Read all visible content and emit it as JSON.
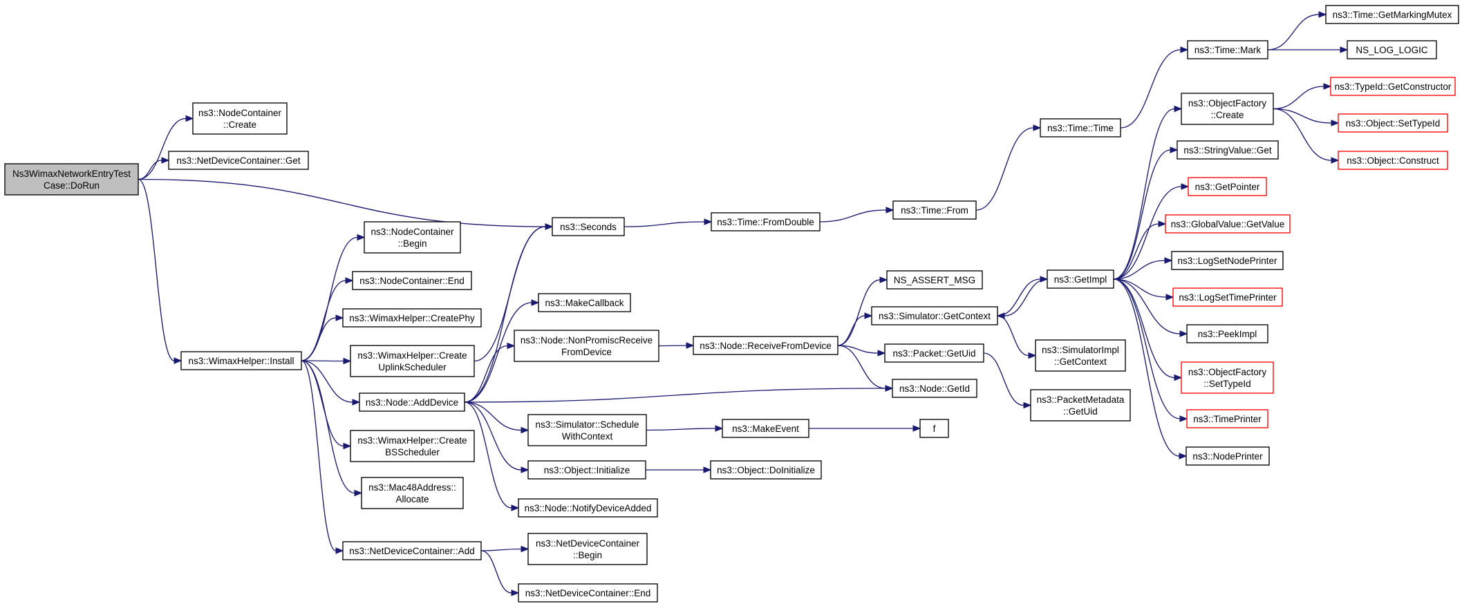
{
  "graph": {
    "colors": {
      "edge": "#191970",
      "node_border": "#000000",
      "truncated_border": "#ff0000",
      "root_fill": "#bfbfbf",
      "node_fill": "#ffffff"
    },
    "nodes": [
      {
        "id": "dorun",
        "lines": [
          "Ns3WimaxNetworkEntryTest",
          "Case::DoRun"
        ],
        "root": true
      },
      {
        "id": "nc_create",
        "lines": [
          "ns3::NodeContainer",
          "::Create"
        ]
      },
      {
        "id": "ndc_get",
        "lines": [
          "ns3::NetDeviceContainer::Get"
        ]
      },
      {
        "id": "seconds",
        "lines": [
          "ns3::Seconds"
        ]
      },
      {
        "id": "install",
        "lines": [
          "ns3::WimaxHelper::Install"
        ]
      },
      {
        "id": "nc_begin",
        "lines": [
          "ns3::NodeContainer",
          "::Begin"
        ]
      },
      {
        "id": "nc_end",
        "lines": [
          "ns3::NodeContainer::End"
        ]
      },
      {
        "id": "create_phy",
        "lines": [
          "ns3::WimaxHelper::CreatePhy"
        ]
      },
      {
        "id": "create_ul",
        "lines": [
          "ns3::WimaxHelper::Create",
          "UplinkScheduler"
        ]
      },
      {
        "id": "add_device",
        "lines": [
          "ns3::Node::AddDevice"
        ]
      },
      {
        "id": "create_bs",
        "lines": [
          "ns3::WimaxHelper::Create",
          "BSScheduler"
        ]
      },
      {
        "id": "mac48",
        "lines": [
          "ns3::Mac48Address::",
          "Allocate"
        ]
      },
      {
        "id": "ndc_add",
        "lines": [
          "ns3::NetDeviceContainer::Add"
        ]
      },
      {
        "id": "ndc_begin",
        "lines": [
          "ns3::NetDeviceContainer",
          "::Begin"
        ]
      },
      {
        "id": "ndc_end",
        "lines": [
          "ns3::NetDeviceContainer::End"
        ]
      },
      {
        "id": "make_callback",
        "lines": [
          "ns3::MakeCallback"
        ]
      },
      {
        "id": "nonpromisc",
        "lines": [
          "ns3::Node::NonPromiscReceive",
          "FromDevice"
        ]
      },
      {
        "id": "schedule_ctx",
        "lines": [
          "ns3::Simulator::Schedule",
          "WithContext"
        ]
      },
      {
        "id": "obj_init",
        "lines": [
          "ns3::Object::Initialize"
        ]
      },
      {
        "id": "notify_added",
        "lines": [
          "ns3::Node::NotifyDeviceAdded"
        ]
      },
      {
        "id": "from_double",
        "lines": [
          "ns3::Time::FromDouble"
        ]
      },
      {
        "id": "receive_from",
        "lines": [
          "ns3::Node::ReceiveFromDevice"
        ]
      },
      {
        "id": "make_event",
        "lines": [
          "ns3::MakeEvent"
        ]
      },
      {
        "id": "obj_doinit",
        "lines": [
          "ns3::Object::DoInitialize"
        ]
      },
      {
        "id": "time_from",
        "lines": [
          "ns3::Time::From"
        ]
      },
      {
        "id": "assert_msg",
        "lines": [
          "NS_ASSERT_MSG"
        ]
      },
      {
        "id": "sim_getctx",
        "lines": [
          "ns3::Simulator::GetContext"
        ]
      },
      {
        "id": "pkt_getuid",
        "lines": [
          "ns3::Packet::GetUid"
        ]
      },
      {
        "id": "node_getid",
        "lines": [
          "ns3::Node::GetId"
        ]
      },
      {
        "id": "f",
        "lines": [
          "f"
        ]
      },
      {
        "id": "time_time",
        "lines": [
          "ns3::Time::Time"
        ]
      },
      {
        "id": "getimpl",
        "lines": [
          "ns3::GetImpl"
        ]
      },
      {
        "id": "simimpl_getctx",
        "lines": [
          "ns3::SimulatorImpl",
          "::GetContext"
        ]
      },
      {
        "id": "pktmeta_getuid",
        "lines": [
          "ns3::PacketMetadata",
          "::GetUid"
        ]
      },
      {
        "id": "time_mark",
        "lines": [
          "ns3::Time::Mark"
        ]
      },
      {
        "id": "objfactory_create",
        "lines": [
          "ns3::ObjectFactory",
          "::Create"
        ]
      },
      {
        "id": "stringvalue_get",
        "lines": [
          "ns3::StringValue::Get"
        ]
      },
      {
        "id": "getpointer",
        "lines": [
          "ns3::GetPointer"
        ],
        "truncated": true
      },
      {
        "id": "globalvalue_get",
        "lines": [
          "ns3::GlobalValue::GetValue"
        ],
        "truncated": true
      },
      {
        "id": "logsetnode",
        "lines": [
          "ns3::LogSetNodePrinter"
        ]
      },
      {
        "id": "logsettime",
        "lines": [
          "ns3::LogSetTimePrinter"
        ],
        "truncated": true
      },
      {
        "id": "peekimpl",
        "lines": [
          "ns3::PeekImpl"
        ]
      },
      {
        "id": "objfactory_settype",
        "lines": [
          "ns3::ObjectFactory",
          "::SetTypeId"
        ],
        "truncated": true
      },
      {
        "id": "timeprinter",
        "lines": [
          "ns3::TimePrinter"
        ],
        "truncated": true
      },
      {
        "id": "nodeprinter",
        "lines": [
          "ns3::NodePrinter"
        ]
      },
      {
        "id": "getmarkingmutex",
        "lines": [
          "ns3::Time::GetMarkingMutex"
        ]
      },
      {
        "id": "ns_log_logic",
        "lines": [
          "NS_LOG_LOGIC"
        ]
      },
      {
        "id": "typeid_getctor",
        "lines": [
          "ns3::TypeId::GetConstructor"
        ],
        "truncated": true
      },
      {
        "id": "object_settype",
        "lines": [
          "ns3::Object::SetTypeId"
        ],
        "truncated": true
      },
      {
        "id": "object_construct",
        "lines": [
          "ns3::Object::Construct"
        ],
        "truncated": true
      }
    ],
    "edges": [
      [
        "dorun",
        "nc_create"
      ],
      [
        "dorun",
        "ndc_get"
      ],
      [
        "dorun",
        "seconds"
      ],
      [
        "dorun",
        "install"
      ],
      [
        "install",
        "nc_begin"
      ],
      [
        "install",
        "nc_end"
      ],
      [
        "install",
        "create_phy"
      ],
      [
        "install",
        "create_ul"
      ],
      [
        "install",
        "add_device"
      ],
      [
        "install",
        "create_bs"
      ],
      [
        "install",
        "mac48"
      ],
      [
        "install",
        "ndc_add"
      ],
      [
        "create_ul",
        "seconds"
      ],
      [
        "add_device",
        "seconds"
      ],
      [
        "add_device",
        "make_callback"
      ],
      [
        "add_device",
        "nonpromisc"
      ],
      [
        "add_device",
        "node_getid"
      ],
      [
        "add_device",
        "schedule_ctx"
      ],
      [
        "add_device",
        "obj_init"
      ],
      [
        "add_device",
        "notify_added"
      ],
      [
        "ndc_add",
        "ndc_begin"
      ],
      [
        "ndc_add",
        "ndc_end"
      ],
      [
        "seconds",
        "from_double"
      ],
      [
        "from_double",
        "time_from"
      ],
      [
        "time_from",
        "time_time"
      ],
      [
        "time_time",
        "time_mark"
      ],
      [
        "time_mark",
        "getmarkingmutex"
      ],
      [
        "time_mark",
        "ns_log_logic"
      ],
      [
        "nonpromisc",
        "receive_from"
      ],
      [
        "receive_from",
        "assert_msg"
      ],
      [
        "receive_from",
        "sim_getctx"
      ],
      [
        "receive_from",
        "pkt_getuid"
      ],
      [
        "receive_from",
        "node_getid"
      ],
      [
        "schedule_ctx",
        "make_event"
      ],
      [
        "make_event",
        "f"
      ],
      [
        "obj_init",
        "obj_doinit"
      ],
      [
        "sim_getctx",
        "getimpl"
      ],
      [
        "sim_getctx",
        "simimpl_getctx"
      ],
      [
        "pkt_getuid",
        "pktmeta_getuid"
      ],
      [
        "getimpl",
        "sim_getctx"
      ],
      [
        "getimpl",
        "objfactory_create"
      ],
      [
        "getimpl",
        "stringvalue_get"
      ],
      [
        "getimpl",
        "getpointer"
      ],
      [
        "getimpl",
        "globalvalue_get"
      ],
      [
        "getimpl",
        "logsetnode"
      ],
      [
        "getimpl",
        "logsettime"
      ],
      [
        "getimpl",
        "peekimpl"
      ],
      [
        "getimpl",
        "objfactory_settype"
      ],
      [
        "getimpl",
        "timeprinter"
      ],
      [
        "getimpl",
        "nodeprinter"
      ],
      [
        "objfactory_create",
        "typeid_getctor"
      ],
      [
        "objfactory_create",
        "object_settype"
      ],
      [
        "objfactory_create",
        "object_construct"
      ]
    ]
  }
}
